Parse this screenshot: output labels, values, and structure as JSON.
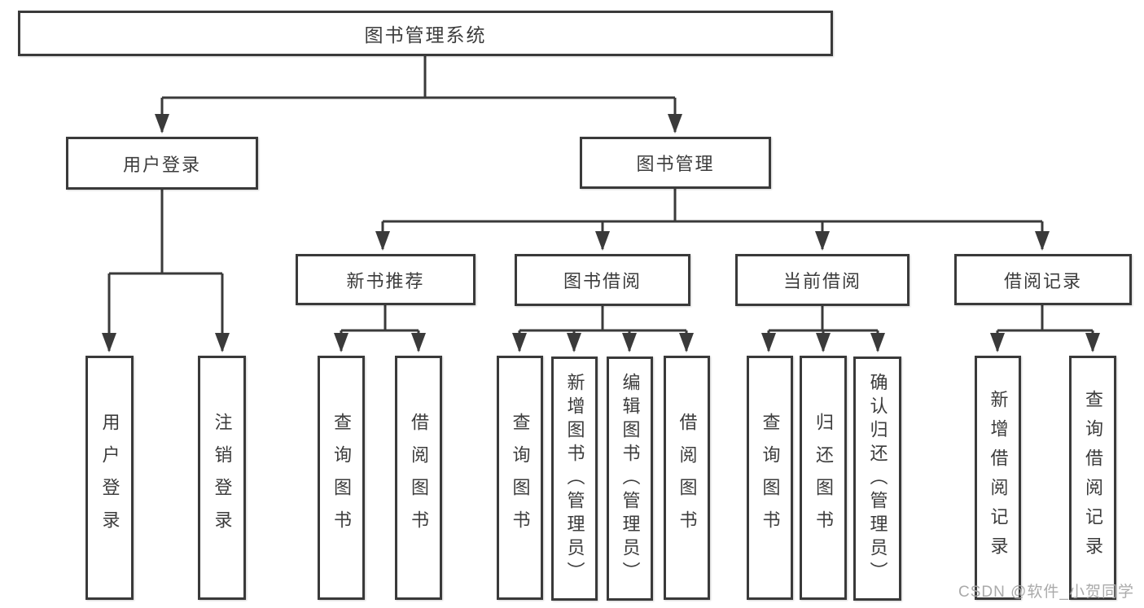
{
  "diagram": {
    "root": "图书管理系统",
    "level1": {
      "user_login": "用户登录",
      "book_mgmt": "图书管理"
    },
    "level2": {
      "new_book": "新书推荐",
      "book_borrow": "图书借阅",
      "current_borrow": "当前借阅",
      "borrow_records": "借阅记录"
    },
    "leaves": {
      "user_login": "用户登录",
      "logout": "注销登录",
      "nb_query": "查询图书",
      "nb_borrow": "借阅图书",
      "bb_query": "查询图书",
      "bb_add": "新增图书（管理员）",
      "bb_edit": "编辑图书（管理员）",
      "bb_borrow": "借阅图书",
      "cb_query": "查询图书",
      "cb_return": "归还图书",
      "cb_confirm": "确认归还（管理员）",
      "br_add": "新增借阅记录",
      "br_query": "查询借阅记录"
    },
    "watermark": "CSDN @软件_小贺同学",
    "colors": {
      "line": "#3a3a3a",
      "text": "#3c3c3c",
      "watermark": "#a6a6a6",
      "bg": "#ffffff"
    }
  }
}
